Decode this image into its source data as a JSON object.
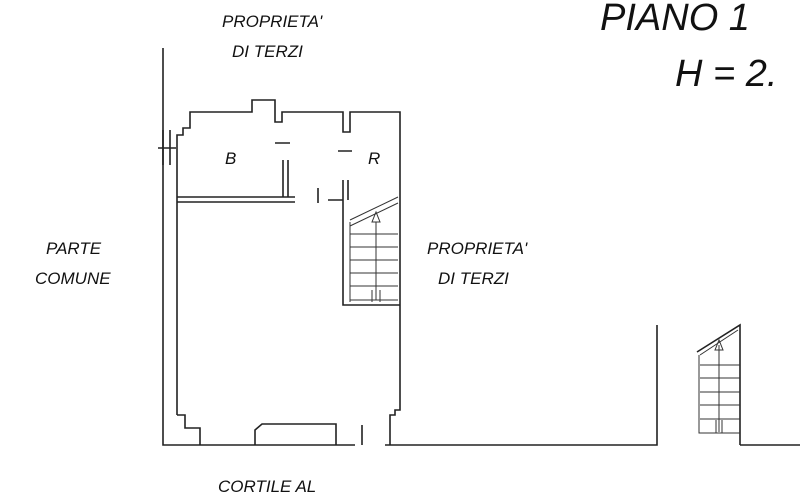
{
  "title": {
    "floor": "PIANO 1",
    "height": "H = 2."
  },
  "labels": {
    "top_neighbor": [
      "PROPRIETA'",
      "DI TERZI"
    ],
    "left_area": [
      "PARTE",
      "COMUNE"
    ],
    "right_neighbor": [
      "PROPRIETA'",
      "DI TERZI"
    ],
    "bottom_area": "CORTILE AL"
  },
  "rooms": {
    "bathroom": "B",
    "storage": "R"
  },
  "colors": {
    "lines": "#222222",
    "background": "#ffffff"
  }
}
